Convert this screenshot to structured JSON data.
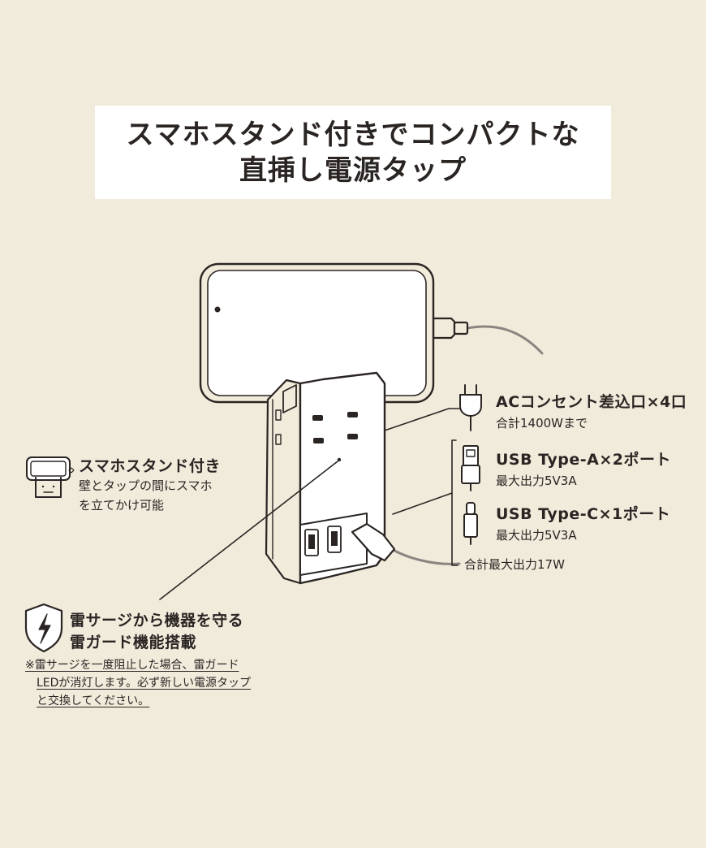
{
  "title": {
    "line1": "スマホスタンド付きでコンパクトな",
    "line2": "直挿し電源タップ"
  },
  "features": {
    "ac": {
      "heading": "ACコンセント差込口×4口",
      "detail": "合計1400Wまで"
    },
    "usb_a": {
      "heading": "USB Type-A×2ポート",
      "detail": "最大出力5V3A"
    },
    "usb_c": {
      "heading": "USB Type-C×1ポート",
      "detail": "最大出力5V3A"
    },
    "usb_total": "合計最大出力17W",
    "stand": {
      "heading": "スマホスタンド付き",
      "detail1": "壁とタップの間にスマホ",
      "detail2": "を立てかけ可能"
    },
    "surge": {
      "heading1": "雷サージから機器を守る",
      "heading2": "雷ガード機能搭載",
      "note1": "※雷サージを一度阻止した場合、雷ガード",
      "note2": "LEDが消灯します。必ず新しい電源タップ",
      "note3": "と交換してください。"
    }
  },
  "icons": [
    "ac-plug-icon",
    "usb-a-icon",
    "usb-c-icon",
    "phone-stand-icon",
    "lightning-shield-icon"
  ],
  "colors": {
    "background": "#f1ebdc",
    "title_box": "#ffffff",
    "line": "#2a2523",
    "cable": "#8a8580"
  }
}
